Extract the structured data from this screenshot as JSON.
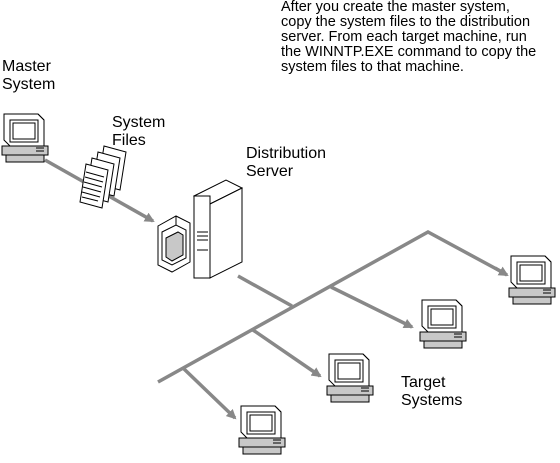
{
  "caption": {
    "lines": [
      "After you create the master system,",
      "copy the system files to the distribution",
      "server. From each target machine, run",
      "the WINNTP.EXE command to copy the",
      "system files to that machine."
    ]
  },
  "labels": {
    "master_line1": "Master",
    "master_line2": "System",
    "files_line1": "System",
    "files_line2": "Files",
    "server_line1": "Distribution",
    "server_line2": "Server",
    "targets_line1": "Target",
    "targets_line2": "Systems"
  },
  "colors": {
    "network_line": "#888888",
    "outline": "#000000",
    "fill": "#ffffff",
    "shade": "#c8c8c8"
  },
  "icons": {
    "master": "desktop-computer-icon",
    "files": "document-stack-icon",
    "server": "tower-server-icon",
    "target": "desktop-computer-icon"
  }
}
